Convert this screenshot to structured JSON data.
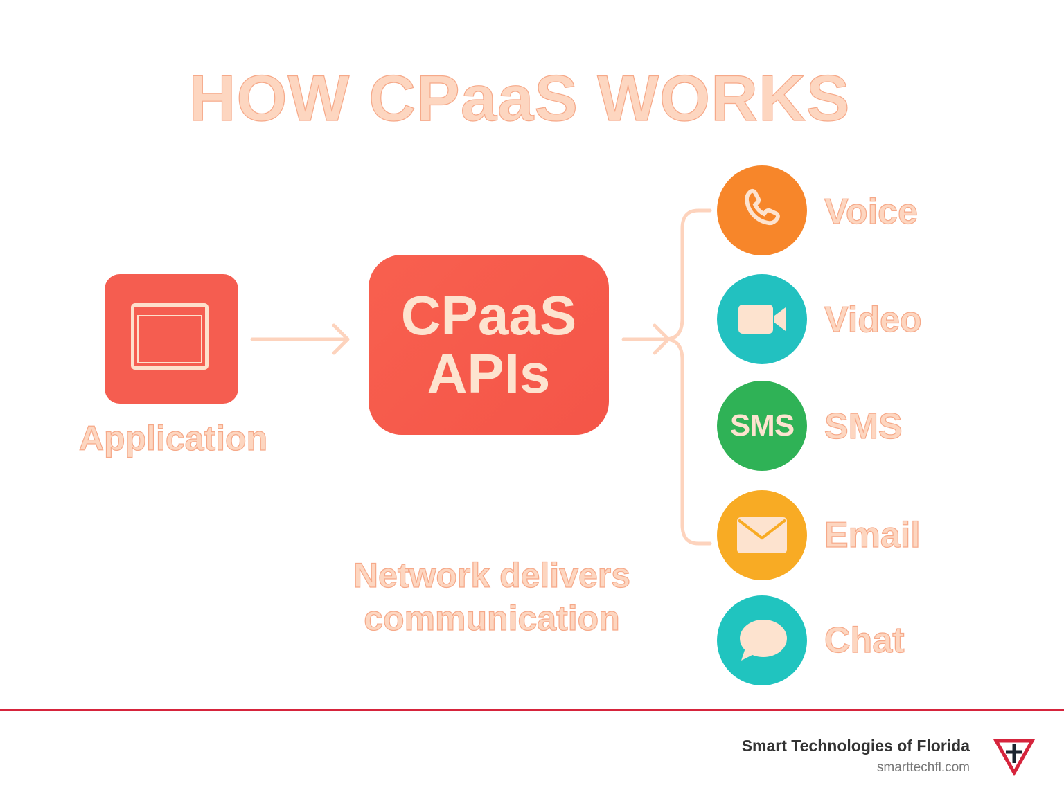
{
  "title": "HOW CPaaS WORKS",
  "application": {
    "label": "Application"
  },
  "cpaas": {
    "line1": "CPaaS",
    "line2": "APIs"
  },
  "network_caption": {
    "line1": "Network delivers",
    "line2": "communication"
  },
  "channels": [
    {
      "label": "Voice",
      "icon": "phone-icon",
      "color": "#f7862a"
    },
    {
      "label": "Video",
      "icon": "video-camera-icon",
      "color": "#22c1c0"
    },
    {
      "label": "SMS",
      "icon": "sms-icon",
      "icon_text": "SMS",
      "color": "#2fb256"
    },
    {
      "label": "Email",
      "icon": "envelope-icon",
      "color": "#f8ab24"
    },
    {
      "label": "Chat",
      "icon": "chat-bubble-icon",
      "color": "#20c4bf"
    }
  ],
  "footer": {
    "company": "Smart Technologies of Florida",
    "url": "smarttechfl.com",
    "accent": "#d6243c"
  }
}
